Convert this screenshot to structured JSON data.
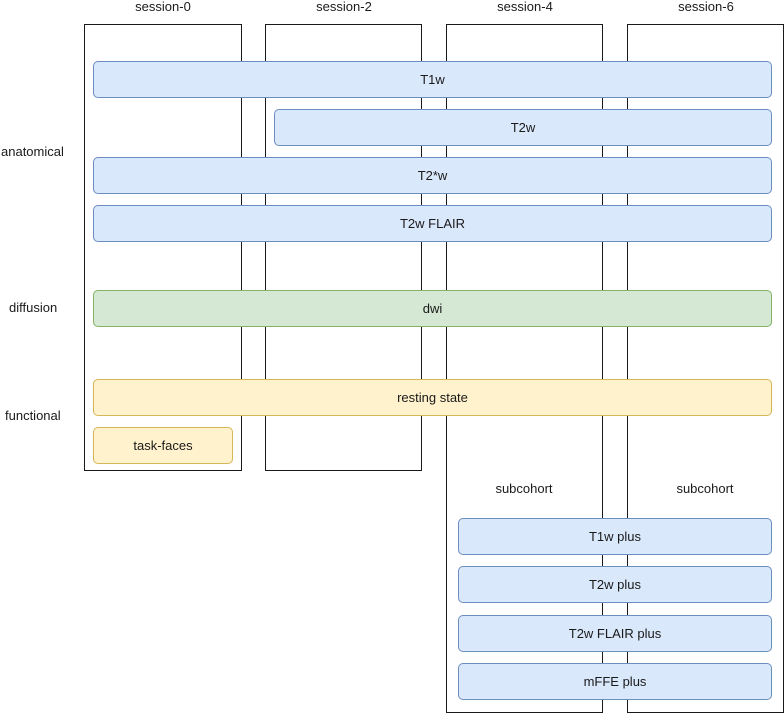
{
  "sessions": [
    "session-0",
    "session-2",
    "session-4",
    "session-6"
  ],
  "categories": {
    "anatomical": "anatomical",
    "diffusion": "diffusion",
    "functional": "functional"
  },
  "bars": {
    "t1w": "T1w",
    "t2w": "T2w",
    "t2star": "T2*w",
    "t2w_flair": "T2w FLAIR",
    "dwi": "dwi",
    "resting": "resting state",
    "task_faces": "task-faces"
  },
  "subcohort": {
    "label_session4": "subcohort",
    "label_session6": "subcohort",
    "bars": [
      "T1w plus",
      "T2w plus",
      "T2w FLAIR plus",
      "mFFE plus"
    ]
  },
  "colors": {
    "anatomical_fill": "#dae8fc",
    "anatomical_stroke": "#6c8ebf",
    "diffusion_fill": "#d5e8d4",
    "diffusion_stroke": "#82b366",
    "functional_fill": "#fff2cc",
    "functional_stroke": "#d6b656"
  }
}
